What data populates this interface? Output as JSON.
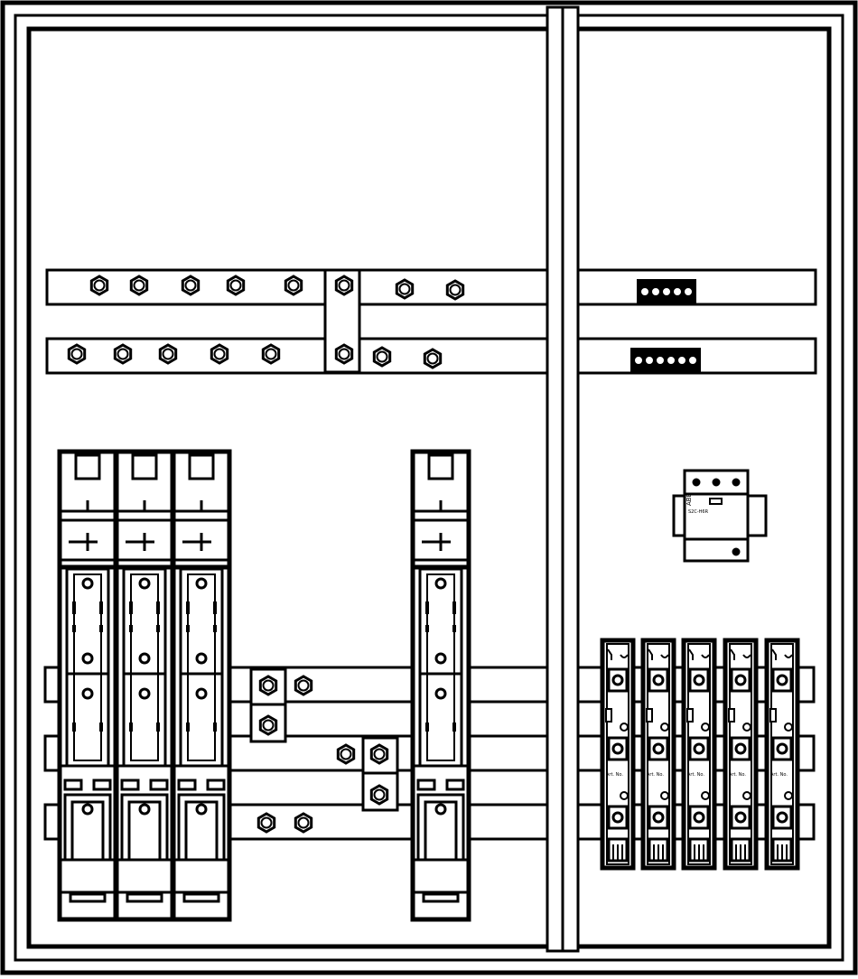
{
  "colors": {
    "stroke": "#000000",
    "fill": "#ffffff"
  },
  "labels": {
    "din_device_marking": "ABB",
    "din_device_caption": "S2C-H6R",
    "fuse_base_caption": "Art. No."
  }
}
